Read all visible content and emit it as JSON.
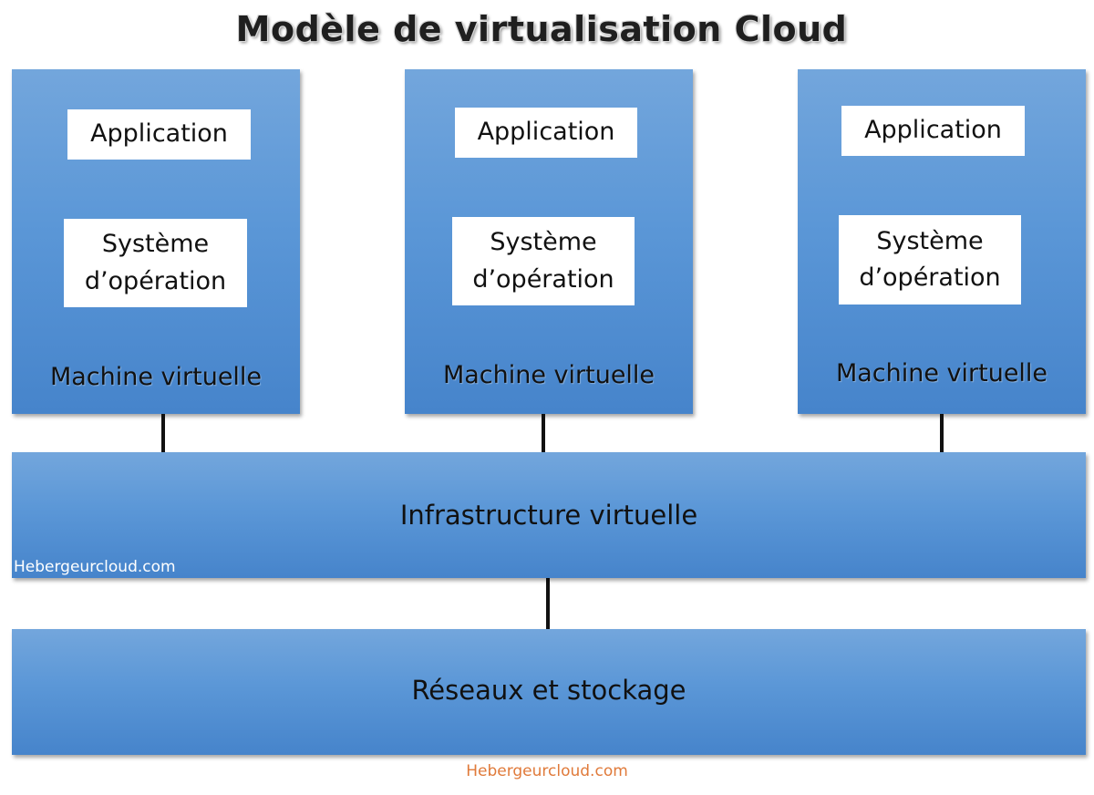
{
  "title": "Modèle de virtualisation Cloud",
  "machines": [
    {
      "app_label": "Application",
      "os_line1": "Système",
      "os_line2": "d’opération",
      "vm_label": "Machine virtuelle"
    },
    {
      "app_label": "Application",
      "os_line1": "Système",
      "os_line2": "d’opération",
      "vm_label": "Machine virtuelle"
    },
    {
      "app_label": "Application",
      "os_line1": "Système",
      "os_line2": "d’opération",
      "vm_label": "Machine virtuelle"
    }
  ],
  "infrastructure": {
    "label": "Infrastructure virtuelle",
    "watermark": "Hebergeurcloud.com"
  },
  "network": {
    "label": "Réseaux et stockage"
  },
  "footer_watermark": "Hebergeurcloud.com"
}
